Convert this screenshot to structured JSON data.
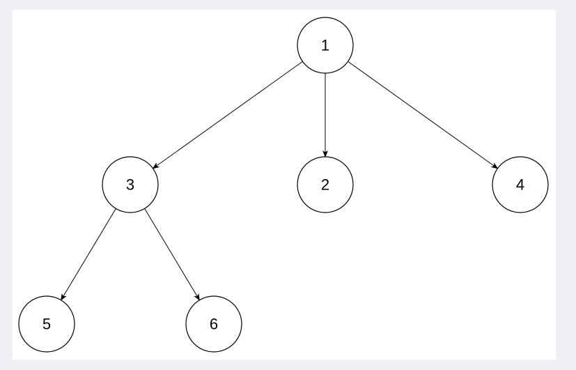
{
  "diagram": {
    "type": "tree",
    "colors": {
      "page_background": "#eef0f4",
      "canvas_background": "#ffffff",
      "stroke": "#000000"
    },
    "nodes": [
      {
        "id": "1",
        "label": "1"
      },
      {
        "id": "3",
        "label": "3"
      },
      {
        "id": "2",
        "label": "2"
      },
      {
        "id": "4",
        "label": "4"
      },
      {
        "id": "5",
        "label": "5"
      },
      {
        "id": "6",
        "label": "6"
      }
    ],
    "edges": [
      {
        "from": "1",
        "to": "3"
      },
      {
        "from": "1",
        "to": "2"
      },
      {
        "from": "1",
        "to": "4"
      },
      {
        "from": "3",
        "to": "5"
      },
      {
        "from": "3",
        "to": "6"
      }
    ]
  }
}
